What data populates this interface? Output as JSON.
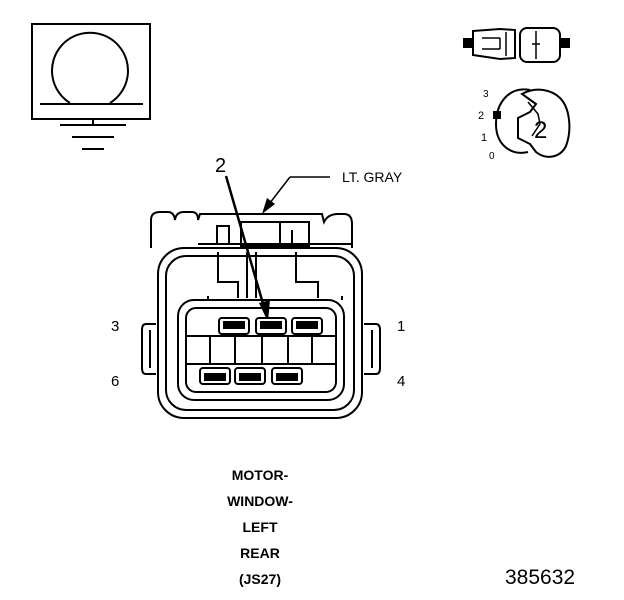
{
  "symbol": {
    "icon": "ground-symbol-icon"
  },
  "view_icons": {
    "connector_side_icon": "connector-side-view-icon",
    "selector_icon": "rotary-selector-icon"
  },
  "selector": {
    "positions": [
      "3",
      "2",
      "1",
      "0"
    ],
    "value": "2"
  },
  "connector": {
    "wire_color_label": "LT. GRAY",
    "callout_pin": "2",
    "pin_labels": {
      "top_left": "3",
      "top_right": "1",
      "bottom_left": "6",
      "bottom_right": "4"
    }
  },
  "caption": [
    "MOTOR-",
    "WINDOW-",
    "LEFT",
    "REAR",
    "(JS27)"
  ],
  "figure_id": "385632"
}
